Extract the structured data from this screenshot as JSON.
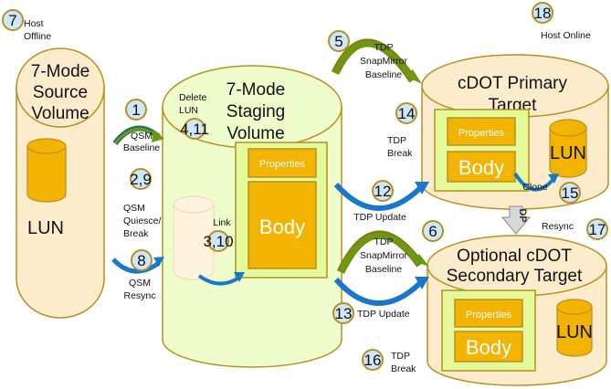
{
  "colors": {
    "cylinder_border": "#b8901e",
    "source_fill": "#fdeccb",
    "staging_fill": "#eefbcb",
    "target_fill": "#fdeccb",
    "lun_fill": "#f2b400",
    "inner_box_fill": "#e4fa9a",
    "orange_box_fill": "#f2b400",
    "badge_fill": "#cfe6fb",
    "green_arrow": "#6a9a10",
    "blue_arrow": "#1a78c8",
    "dp_arrow": "#d8d8d8"
  },
  "volumes": {
    "source": {
      "title": [
        "7-Mode",
        "Source",
        "Volume"
      ],
      "lun_label": "LUN"
    },
    "staging": {
      "title": [
        "7-Mode",
        "Staging",
        "Volume"
      ],
      "properties_label": "Properties",
      "body_label": "Body"
    },
    "primary": {
      "title": [
        "cDOT Primary",
        "Target"
      ],
      "properties_label": "Properties",
      "body_label": "Body",
      "lun_label": "LUN"
    },
    "secondary": {
      "title": [
        "Optional cDOT",
        "Secondary Target"
      ],
      "properties_label": "Properties",
      "body_label": "Body",
      "lun_label": "LUN"
    }
  },
  "steps": [
    {
      "id": "7",
      "label": [
        "Host",
        "Offline"
      ]
    },
    {
      "id": "1",
      "label": [
        "QSM",
        "Baseline"
      ]
    },
    {
      "id": "2,9",
      "label": [
        "QSM",
        "Quiesce/",
        "Break"
      ]
    },
    {
      "id": "8",
      "label": [
        "QSM",
        "Resync"
      ]
    },
    {
      "id": "4,11",
      "label": [
        "Delete",
        "LUN"
      ]
    },
    {
      "id": "3,10",
      "label": [
        "Link"
      ]
    },
    {
      "id": "5",
      "label": [
        "TDP",
        "SnapMirror",
        "Baseline"
      ]
    },
    {
      "id": "14",
      "label": [
        "TDP",
        "Break"
      ]
    },
    {
      "id": "12",
      "label": [
        "TDP Update"
      ]
    },
    {
      "id": "6",
      "label": [
        "TDP",
        "SnapMirror",
        "Baseline"
      ]
    },
    {
      "id": "13",
      "label": [
        "TDP Update"
      ]
    },
    {
      "id": "16",
      "label": [
        "TDP",
        "Break"
      ]
    },
    {
      "id": "15",
      "label": [
        "Clone"
      ]
    },
    {
      "id": "17",
      "label": [
        "Resync"
      ]
    },
    {
      "id": "18",
      "label": [
        "Host Online"
      ]
    }
  ],
  "dp_label": "DP"
}
